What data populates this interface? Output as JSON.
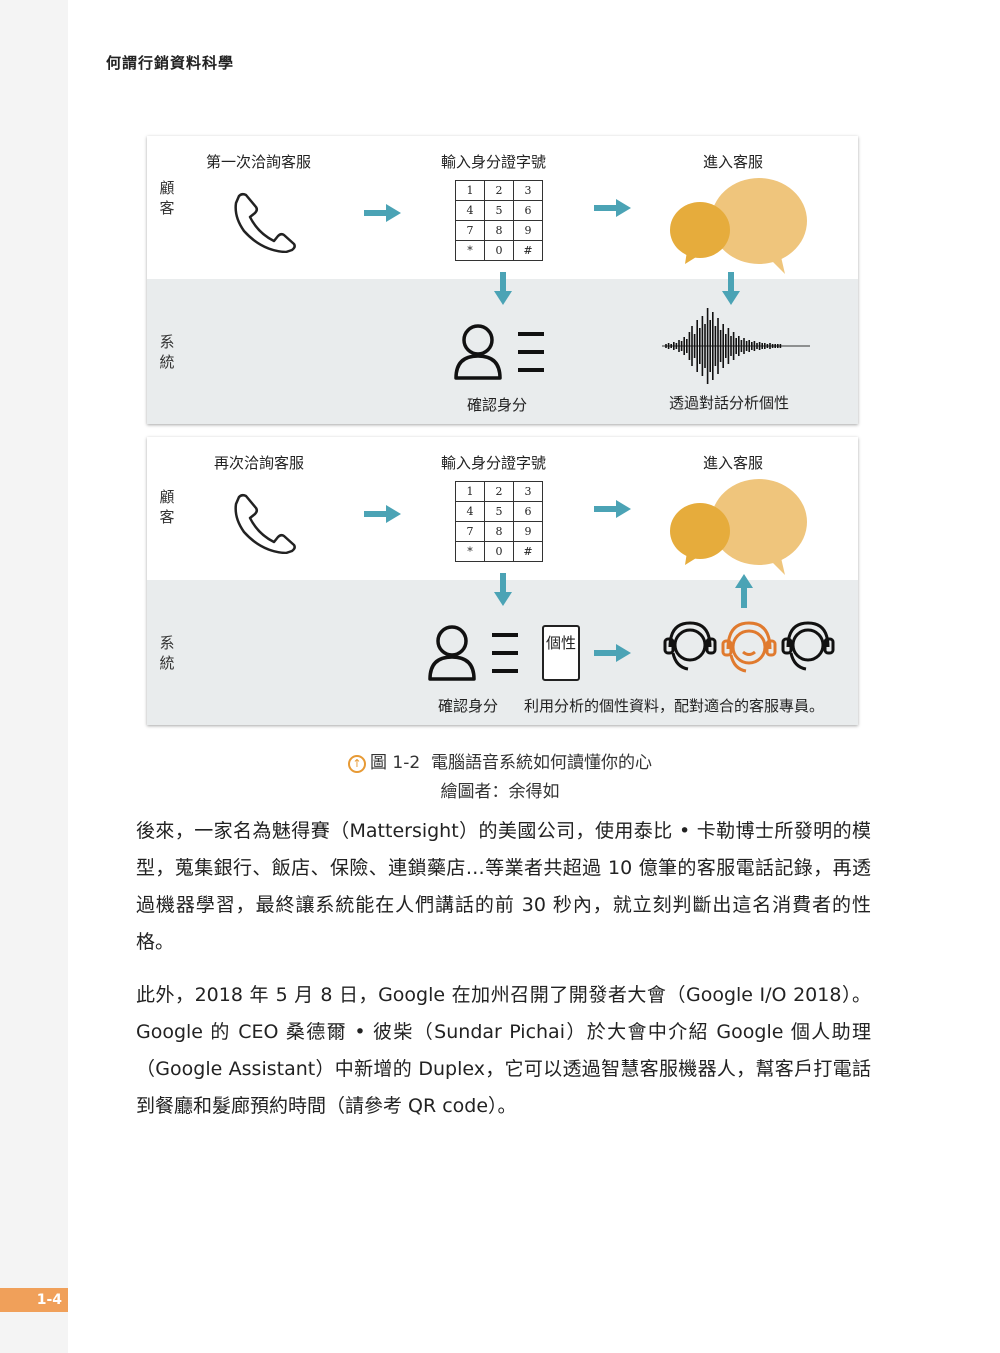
{
  "header": {
    "title": "何謂行銷資料科學"
  },
  "figure": {
    "panel1": {
      "row_customer": "顧客",
      "row_system": "系統",
      "step1": "第一次洽詢客服",
      "step2": "輸入身分證字號",
      "step3": "進入客服",
      "sys1": "確認身分",
      "sys2": "透過對話分析個性"
    },
    "panel2": {
      "row_customer": "顧客",
      "row_system": "系統",
      "step1": "再次洽詢客服",
      "step2": "輸入身分證字號",
      "step3": "進入客服",
      "sys1": "確認身分",
      "sys2": "利用分析的個性資料，配對適合的客服專員。",
      "doc_label": "個性"
    },
    "keypad": [
      "1",
      "2",
      "3",
      "4",
      "5",
      "6",
      "7",
      "8",
      "9",
      "*",
      "0",
      "#"
    ],
    "caption": "圖 1-2  電腦語音系統如何讀懂你的心",
    "credit": "繪圖者：余得如"
  },
  "body": {
    "p1": "後來，一家名為魅得賽（Mattersight）的美國公司，使用泰比 • 卡勒博士所發明的模型，蒐集銀行、飯店、保險、連鎖藥店…等業者共超過 10 億筆的客服電話記錄，再透過機器學習，最終讓系統能在人們講話的前 30 秒內，就立刻判斷出這名消費者的性格。",
    "p2": "此外，2018 年 5 月 8 日，Google 在加州召開了開發者大會（Google I/O 2018）。Google 的 CEO 桑德爾 • 彼柴（Sundar Pichai）於大會中介紹 Google 個人助理（Google Assistant）中新增的 Duplex，它可以透過智慧客服機器人，幫客戶打電話到餐廳和髮廊預約時間（請參考 QR code）。"
  },
  "footer": {
    "page_number": "1-4"
  },
  "colors": {
    "arrow": "#4ba3b5",
    "bubble_dark": "#e6ac3c",
    "bubble_light": "#efc57c",
    "accent": "#e07a2e",
    "tab": "#f0a05a"
  }
}
